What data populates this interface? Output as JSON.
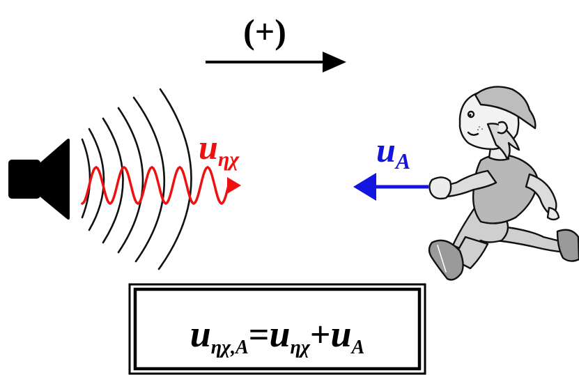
{
  "direction": {
    "label": "(+)"
  },
  "sound": {
    "velocity_symbol": "u",
    "velocity_subscript": "ηχ",
    "wave_color": "#ee1111",
    "speaker_icon": "speaker-icon"
  },
  "observer": {
    "velocity_symbol": "u",
    "velocity_subscript": "A",
    "arrow_color": "#1515e0",
    "figure_icon": "running-boy-icon"
  },
  "formula": {
    "lhs_symbol": "u",
    "lhs_subscript": "ηχ,A",
    "equals": "=",
    "term1_symbol": "u",
    "term1_subscript": "ηχ",
    "plus": "+",
    "term2_symbol": "u",
    "term2_subscript": "A"
  }
}
